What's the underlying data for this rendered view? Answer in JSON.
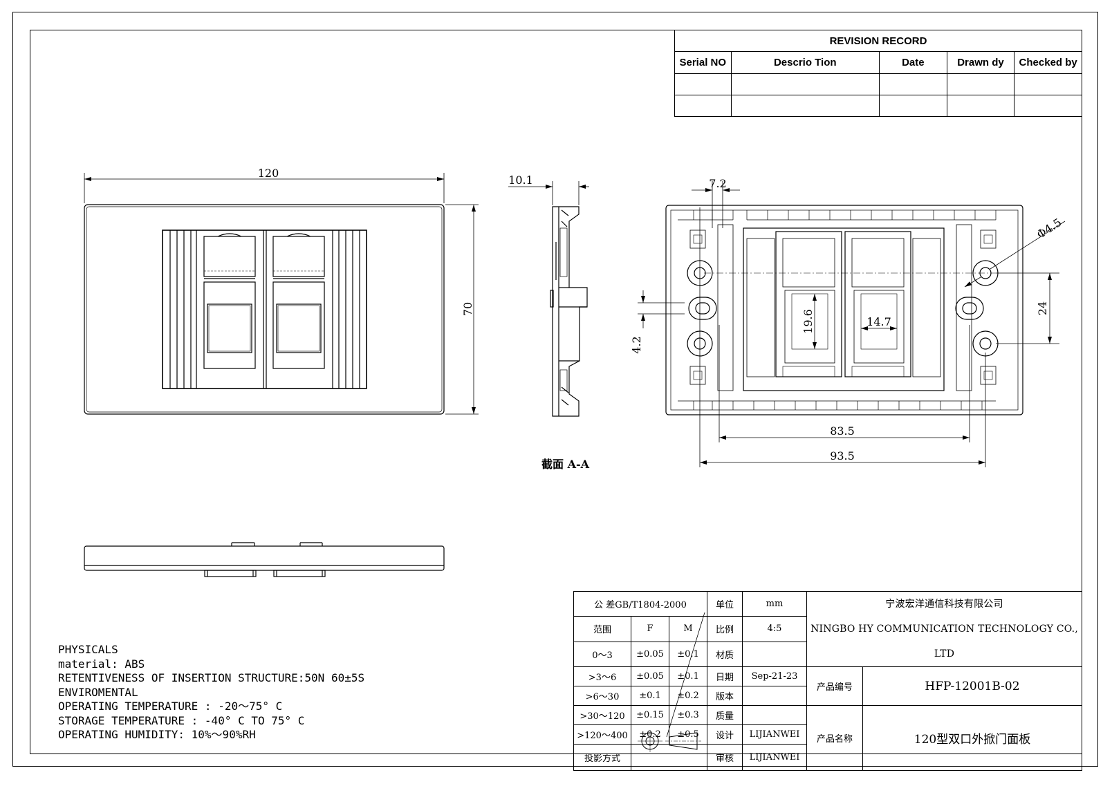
{
  "revision": {
    "title": "REVISION RECORD",
    "headers": [
      "Serial NO",
      "Descrio Tion",
      "Date",
      "Drawn dy",
      "Checked by"
    ]
  },
  "dims": {
    "front_width": "120",
    "front_height": "70",
    "side_depth": "10.1",
    "rear_72": "7.2",
    "rear_hole": "Φ4.5",
    "rear_42": "4.2",
    "rear_24": "24",
    "rear_196": "19.6",
    "rear_147": "14.7",
    "rear_835": "83.5",
    "rear_935": "93.5"
  },
  "section_label": "截面 A-A",
  "notes": [
    "PHYSICALS",
    "material: ABS",
    "RETENTIVENESS OF INSERTION STRUCTURE:50N 60±5S",
    "ENVIROMENTAL",
    "OPERATING TEMPERATURE : -20～75° C",
    "STORAGE TEMPERATURE : -40° C TO 75° C",
    "OPERATING HUMIDITY: 10%～90%RH"
  ],
  "title_block": {
    "tolerance": "公 差GB/T1804-2000",
    "unit_label": "单位",
    "unit_value": "mm",
    "range_label": "范围",
    "col_f": "F",
    "col_m": "M",
    "scale_label": "比例",
    "scale_value": "4:5",
    "rows": [
      {
        "range": "0～3",
        "f": "±0.05",
        "m": "±0.1",
        "label": "材质",
        "value": ""
      },
      {
        "range": ">3～6",
        "f": "±0.05",
        "m": "±0.1",
        "label": "日期",
        "value": "Sep-21-23"
      },
      {
        "range": ">6～30",
        "f": "±0.1",
        "m": "±0.2",
        "label": "版本",
        "value": ""
      },
      {
        "range": ">30～120",
        "f": "±0.15",
        "m": "±0.3",
        "label": "质量",
        "value": ""
      },
      {
        "range": ">120～400",
        "f": "±0.2",
        "m": "±0.5",
        "label": "设计",
        "value": "LIJIANWEI"
      }
    ],
    "projection_label": "投影方式",
    "review_label": "审核",
    "review_value": "LIJIANWEI",
    "company_cn": "宁波宏洋通信科技有限公司",
    "company_en": "NINGBO HY COMMUNICATION TECHNOLOGY CO., LTD",
    "product_no_label": "产品编号",
    "product_no": "HFP-12001B-02",
    "product_name_label": "产品名称",
    "product_name": "120型双口外掀门面板"
  }
}
